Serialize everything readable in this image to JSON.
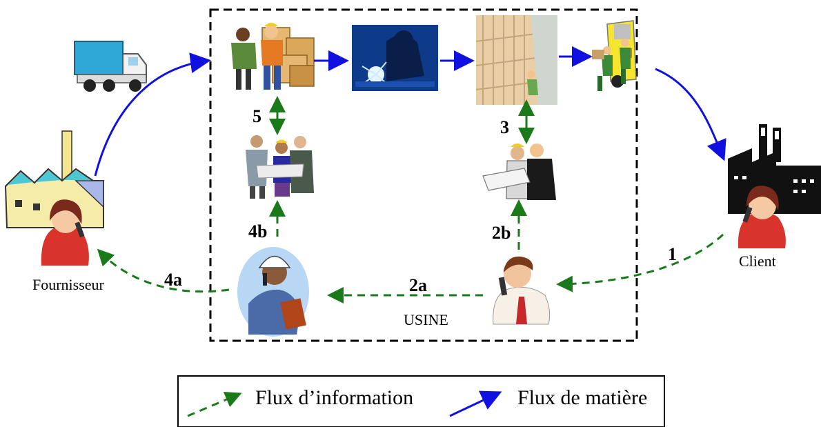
{
  "diagram": {
    "factory_label": "USINE",
    "supplier_label": "Fournisseur",
    "client_label": "Client",
    "steps": {
      "s1": "1",
      "s2a": "2a",
      "s2b": "2b",
      "s3": "3",
      "s4a": "4a",
      "s4b": "4b",
      "s5": "5"
    }
  },
  "legend": {
    "info_flow_label": "Flux d’information",
    "material_flow_label": "Flux de matière"
  },
  "colors": {
    "info_flow": "#1a7a1a",
    "material_flow": "#1010e0",
    "factory_border": "#000000"
  },
  "icons": [
    "truck-icon",
    "supplier-factory-icon",
    "receiving-workers-icon",
    "welder-icon",
    "warehouse-worker-icon",
    "delivery-van-icon",
    "client-factory-icon",
    "meeting-group-icon",
    "engineers-plan-icon",
    "woman-hardhat-phone-icon",
    "man-phone-icon"
  ]
}
